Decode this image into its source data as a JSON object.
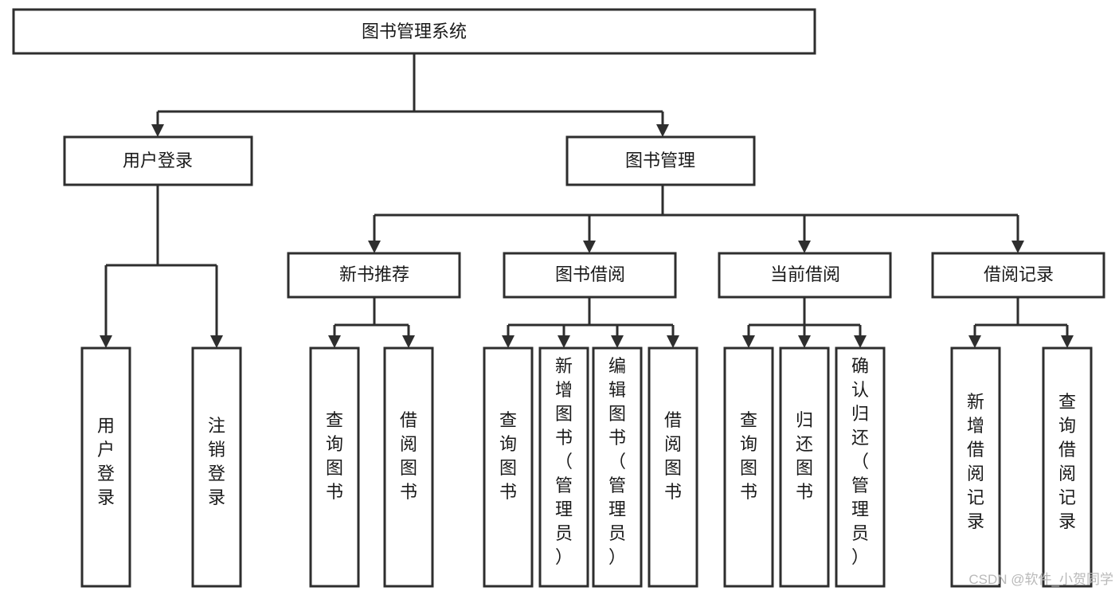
{
  "diagram": {
    "type": "hierarchy-tree",
    "title": "图书管理系统",
    "orientation": "top-down",
    "levels": 4,
    "root": {
      "id": "root",
      "label": "图书管理系统"
    },
    "level2": [
      {
        "id": "user-login",
        "label": "用户登录"
      },
      {
        "id": "book-manage",
        "label": "图书管理"
      }
    ],
    "level3": [
      {
        "id": "new-book-recommend",
        "label": "新书推荐",
        "parent": "book-manage"
      },
      {
        "id": "book-borrow",
        "label": "图书借阅",
        "parent": "book-manage"
      },
      {
        "id": "current-borrow",
        "label": "当前借阅",
        "parent": "book-manage"
      },
      {
        "id": "borrow-record",
        "label": "借阅记录",
        "parent": "book-manage"
      }
    ],
    "leaves": [
      {
        "id": "leaf-user-login",
        "label": "用户登录",
        "parent": "user-login"
      },
      {
        "id": "leaf-logout-login",
        "label": "注销登录",
        "parent": "user-login"
      },
      {
        "id": "leaf-query-book-1",
        "label": "查询图书",
        "parent": "new-book-recommend"
      },
      {
        "id": "leaf-borrow-book-1",
        "label": "借阅图书",
        "parent": "new-book-recommend"
      },
      {
        "id": "leaf-query-book-2",
        "label": "查询图书",
        "parent": "book-borrow"
      },
      {
        "id": "leaf-add-book",
        "label": "新增图书（管理员）",
        "parent": "book-borrow"
      },
      {
        "id": "leaf-edit-book",
        "label": "编辑图书（管理员）",
        "parent": "book-borrow"
      },
      {
        "id": "leaf-borrow-book-2",
        "label": "借阅图书",
        "parent": "book-borrow"
      },
      {
        "id": "leaf-query-book-3",
        "label": "查询图书",
        "parent": "current-borrow"
      },
      {
        "id": "leaf-return-book",
        "label": "归还图书",
        "parent": "current-borrow"
      },
      {
        "id": "leaf-confirm-return",
        "label": "确认归还（管理员）",
        "parent": "current-borrow"
      },
      {
        "id": "leaf-add-record",
        "label": "新增借阅记录",
        "parent": "borrow-record"
      },
      {
        "id": "leaf-query-record",
        "label": "查询借阅记录",
        "parent": "borrow-record"
      }
    ]
  },
  "watermark": {
    "text": "CSDN @软件_小贺同学"
  },
  "colors": {
    "box_stroke": "#2e2e2e",
    "box_fill": "#ffffff",
    "text": "#1a1a1a",
    "background": "#ffffff",
    "watermark": "#b9b9b9"
  }
}
